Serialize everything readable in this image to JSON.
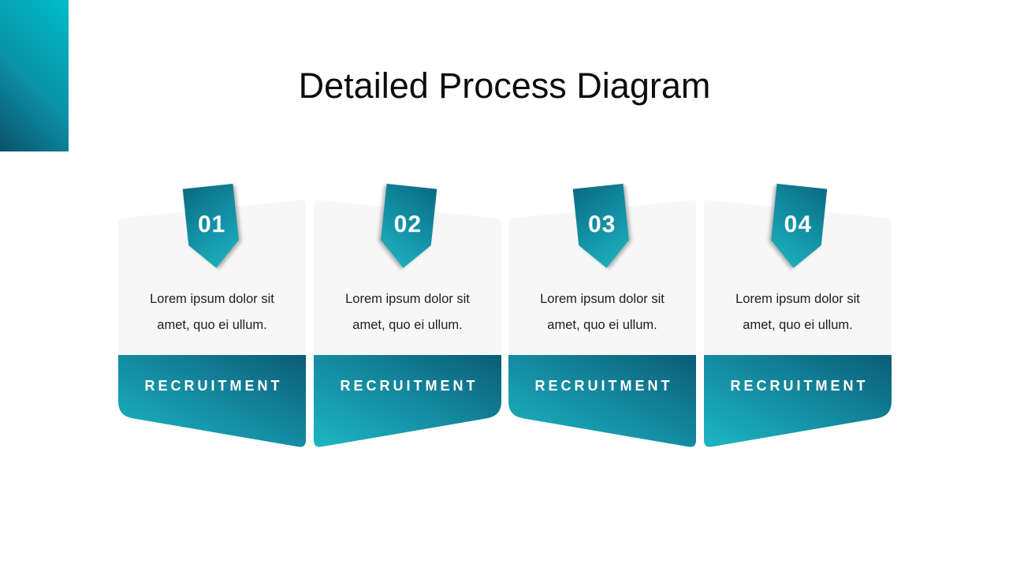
{
  "slide": {
    "title": "Detailed Process Diagram"
  },
  "colors": {
    "accent_gradient_bright": "#00bdc8",
    "accent_gradient_dark": "#0a516b",
    "footer_gradient_bright": "#1cb7c1",
    "footer_gradient_dark": "#0b5c76",
    "ribbon_gradient_dark": "#0a6b83",
    "ribbon_gradient_bright": "#1fb6c1",
    "card_background": "#f7f7f7",
    "title_text": "#0d0d0d",
    "body_text": "#1e1e1e",
    "label_text": "#ffffff"
  },
  "steps": [
    {
      "number": "01",
      "lines": [
        "Lorem ipsum dolor sit",
        "amet, quo ei ullum."
      ],
      "label": "RECRUITMENT"
    },
    {
      "number": "02",
      "lines": [
        "Lorem ipsum dolor sit",
        "amet, quo ei ullum."
      ],
      "label": "RECRUITMENT"
    },
    {
      "number": "03",
      "lines": [
        "Lorem ipsum dolor sit",
        "amet, quo ei ullum."
      ],
      "label": "RECRUITMENT"
    },
    {
      "number": "04",
      "lines": [
        "Lorem ipsum dolor sit",
        "amet, quo ei ullum."
      ],
      "label": "RECRUITMENT"
    }
  ]
}
